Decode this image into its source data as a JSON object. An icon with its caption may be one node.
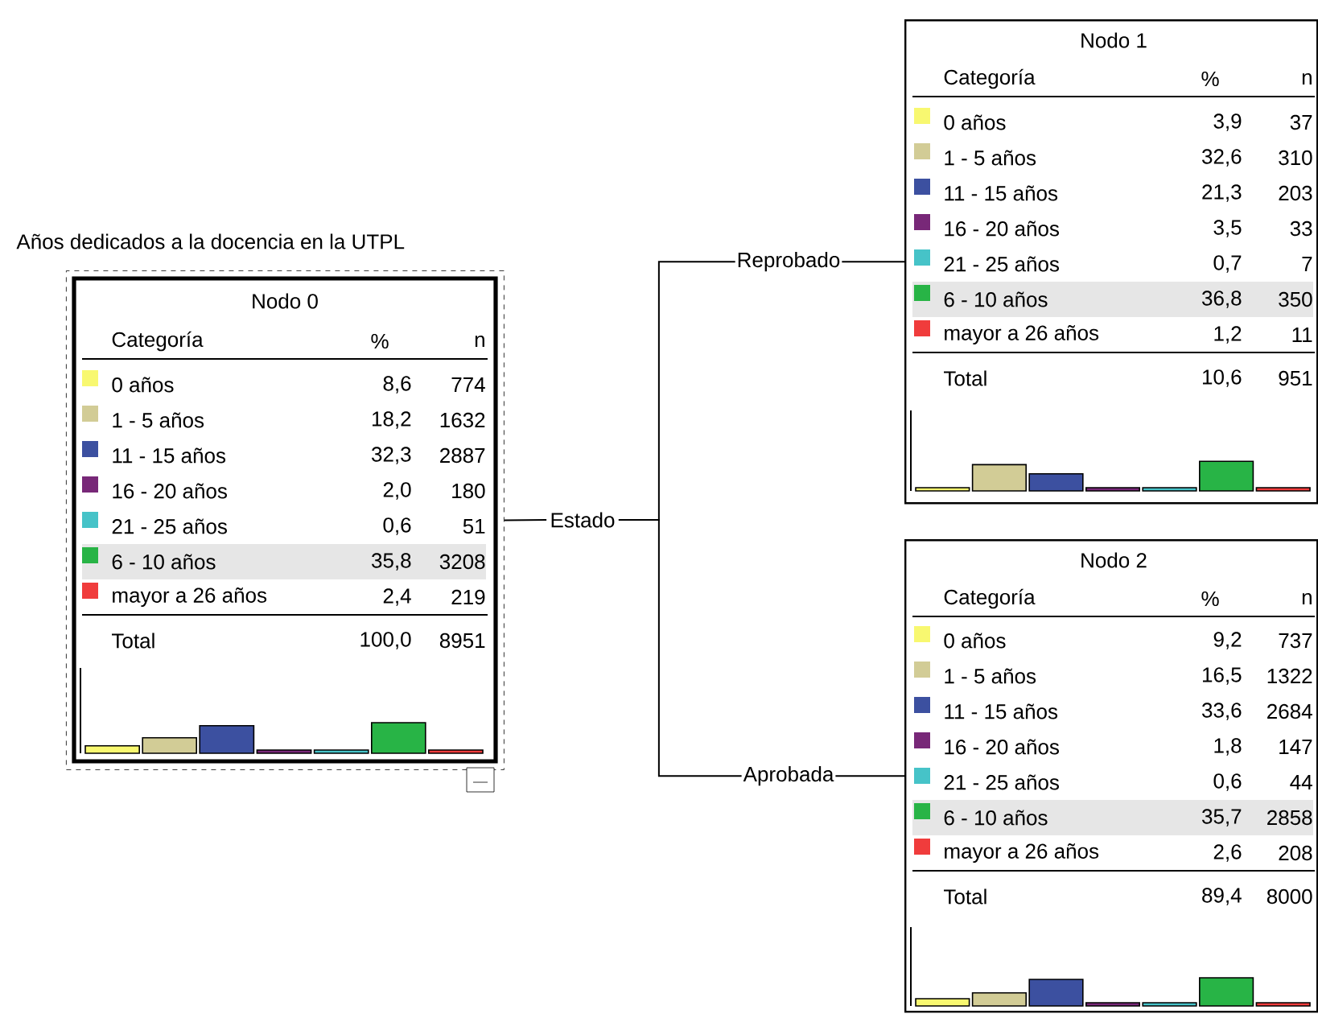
{
  "diagram": {
    "title": "Años dedicados a la docencia en la UTPL",
    "nodes": [
      {
        "text": [
          "Nodo 0",
          "Categoría",
          "%",
          "n",
          "0 años",
          "8,6",
          "774",
          "1 - 5 años",
          "18,2",
          "1632",
          "11 - 15 años",
          "32,3",
          "2887",
          "16 - 20 años",
          "2,0",
          "180",
          "21 - 25 años",
          "0,6",
          "51",
          "6 - 10 años",
          "35,8",
          "3208",
          "mayor a 26 años",
          "2,4",
          "219",
          "Total",
          "100,0",
          "8951"
        ]
      },
      {
        "text": [
          "Estado"
        ]
      },
      {
        "text": [
          "Nodo 1",
          "Categoría",
          "%",
          "n",
          "0 años",
          "3,9",
          "37",
          "1 - 5 años",
          "32,6",
          "310",
          "11 - 15 años",
          "21,3",
          "203",
          "16 - 20 años",
          "3,5",
          "33",
          "21 - 25 años",
          "0,7",
          "7",
          "6 - 10 años",
          "36,8",
          "350",
          "mayor a 26 años",
          "1,2",
          "11",
          "Total",
          "10,6",
          "951"
        ]
      },
      {
        "text": [
          "Nodo 2",
          "Categoría",
          "%",
          "n",
          "0 años",
          "9,2",
          "737",
          "1 - 5 años",
          "16,5",
          "1322",
          "11 - 15 años",
          "33,6",
          "2684",
          "16 - 20 años",
          "1,8",
          "147",
          "21 - 25 años",
          "0,6",
          "44",
          "6 - 10 años",
          "35,7",
          "2858",
          "mayor a 26 años",
          "2,6",
          "208",
          "Total",
          "89,4",
          "8000"
        ]
      }
    ],
    "edges": [
      {
        "from": 0,
        "to": 1,
        "arrow": "none"
      },
      {
        "from": 1,
        "to": 2,
        "arrow": "none",
        "label": "Reprobado"
      },
      {
        "from": 1,
        "to": 3,
        "arrow": "none",
        "label": "Aprobada"
      }
    ]
  }
}
